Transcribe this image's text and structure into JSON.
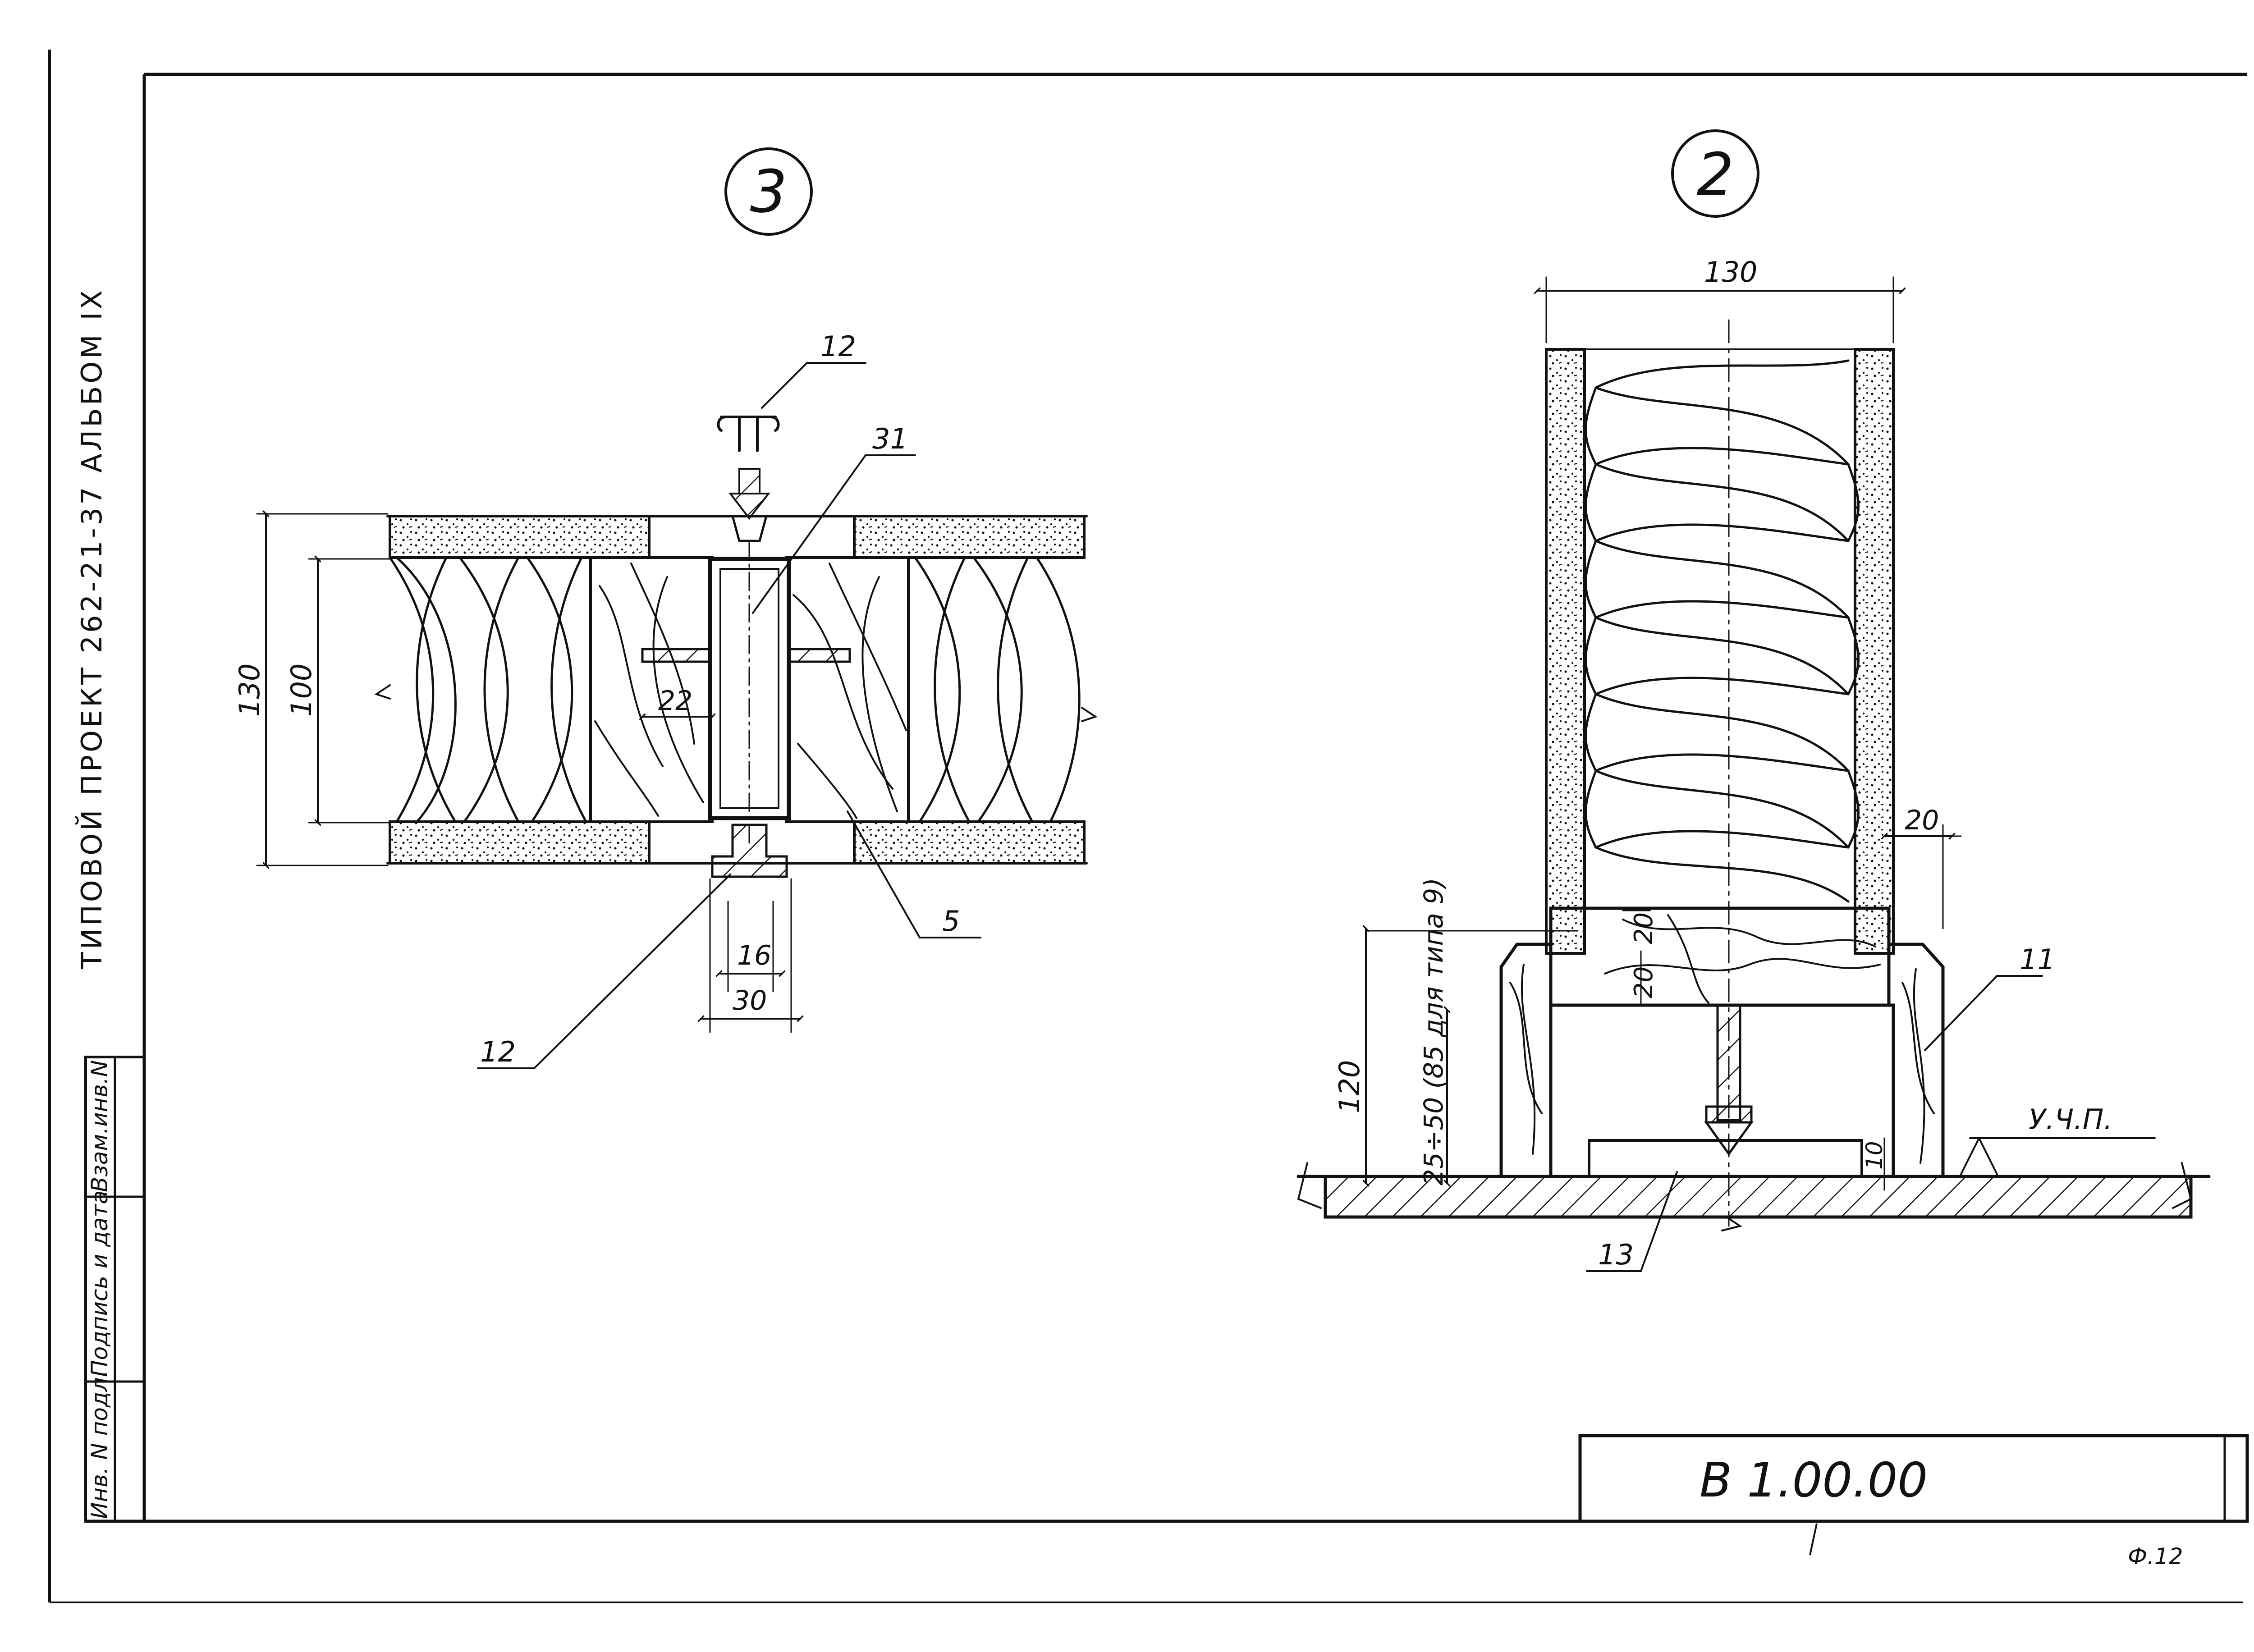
{
  "title_block": {
    "side_text": "ТИПОВОЙ  ПРОЕКТ  262-21-37    АЛЬБОМ IX",
    "stamp_col1": "Инв. N подл.",
    "stamp_col2": "Подпись и дата",
    "stamp_col3": "Взам.инв.N",
    "designation": "В 1.00.00",
    "format": "Ф.12"
  },
  "detail_3": {
    "number": "3",
    "callouts": {
      "top_profile": "12",
      "insert": "31",
      "bottom_profile": "12",
      "bar": "5"
    },
    "dims": {
      "overall": "130",
      "inner": "100",
      "pin": "22",
      "gap_inner": "16",
      "gap_outer": "30"
    }
  },
  "detail_2": {
    "number": "2",
    "callouts": {
      "skirting": "11",
      "pad": "13"
    },
    "floor_mark": "У.Ч.П.",
    "dims": {
      "width": "130",
      "skin": "20",
      "bar_h": "20",
      "bar_w": "20",
      "height": "120",
      "adjust": "25÷50 (85 для типа 9)",
      "gap": "10"
    }
  },
  "colors": {
    "ink": "#111111",
    "paper": "#ffffff"
  }
}
